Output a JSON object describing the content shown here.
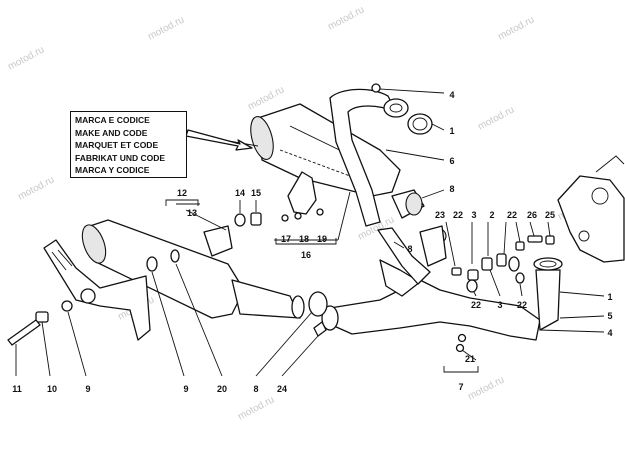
{
  "watermark": "motod.ru",
  "marca_box": {
    "lines": [
      "MARCA E CODICE",
      "MAKE AND CODE",
      "MARQUET ET CODE",
      "FABRIKAT UND CODE",
      "MARCA Y CODICE"
    ]
  },
  "callouts": [
    {
      "id": "c-4-top",
      "text": "4"
    },
    {
      "id": "c-1-top",
      "text": "1"
    },
    {
      "id": "c-6",
      "text": "6"
    },
    {
      "id": "c-8-right",
      "text": "8"
    },
    {
      "id": "c-8-mid",
      "text": "8"
    },
    {
      "id": "c-12",
      "text": "12"
    },
    {
      "id": "c-13",
      "text": "13"
    },
    {
      "id": "c-14",
      "text": "14"
    },
    {
      "id": "c-15",
      "text": "15"
    },
    {
      "id": "c-17",
      "text": "17"
    },
    {
      "id": "c-18",
      "text": "18"
    },
    {
      "id": "c-19",
      "text": "19"
    },
    {
      "id": "c-16",
      "text": "16"
    },
    {
      "id": "c-23",
      "text": "23"
    },
    {
      "id": "c-22-a",
      "text": "22"
    },
    {
      "id": "c-3-a",
      "text": "3"
    },
    {
      "id": "c-2",
      "text": "2"
    },
    {
      "id": "c-22-b",
      "text": "22"
    },
    {
      "id": "c-26",
      "text": "26"
    },
    {
      "id": "c-25",
      "text": "25"
    },
    {
      "id": "c-22-c",
      "text": "22"
    },
    {
      "id": "c-3-b",
      "text": "3"
    },
    {
      "id": "c-22-d",
      "text": "22"
    },
    {
      "id": "c-1-right",
      "text": "1"
    },
    {
      "id": "c-5",
      "text": "5"
    },
    {
      "id": "c-4-right",
      "text": "4"
    },
    {
      "id": "c-21",
      "text": "21"
    },
    {
      "id": "c-7",
      "text": "7"
    },
    {
      "id": "c-11",
      "text": "11"
    },
    {
      "id": "c-10",
      "text": "10"
    },
    {
      "id": "c-9-left",
      "text": "9"
    },
    {
      "id": "c-9-mid",
      "text": "9"
    },
    {
      "id": "c-20",
      "text": "20"
    },
    {
      "id": "c-8-bottom",
      "text": "8"
    },
    {
      "id": "c-24",
      "text": "24"
    }
  ]
}
